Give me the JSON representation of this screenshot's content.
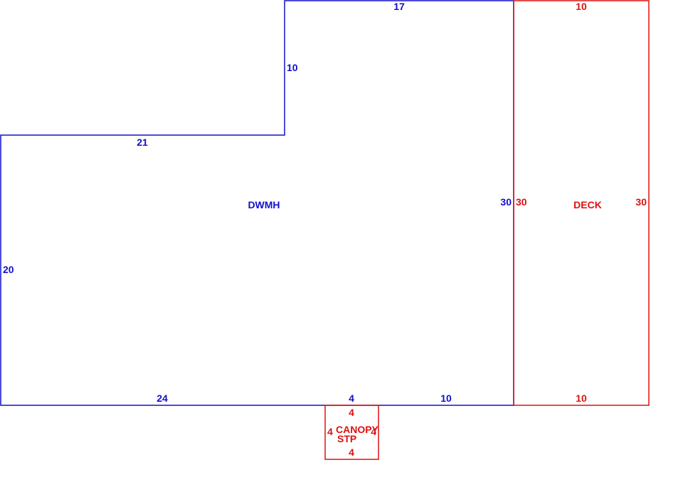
{
  "colors": {
    "dwelling": "#1010cc",
    "addition": "#dd1111"
  },
  "dwelling": {
    "label": "DWMH",
    "dims": {
      "top": "17",
      "upper_left": "10",
      "step": "21",
      "left": "20",
      "right": "30",
      "bottom_left": "24",
      "bottom_mid": "4",
      "bottom_right": "10"
    }
  },
  "deck": {
    "label": "DECK",
    "dims": {
      "top": "10",
      "left": "30",
      "right": "30",
      "bottom": "10"
    }
  },
  "canopy": {
    "label_line1": "CANOPY",
    "label_line2": "STP",
    "dims": {
      "top": "4",
      "left": "4",
      "right": "4",
      "bottom": "4"
    }
  }
}
